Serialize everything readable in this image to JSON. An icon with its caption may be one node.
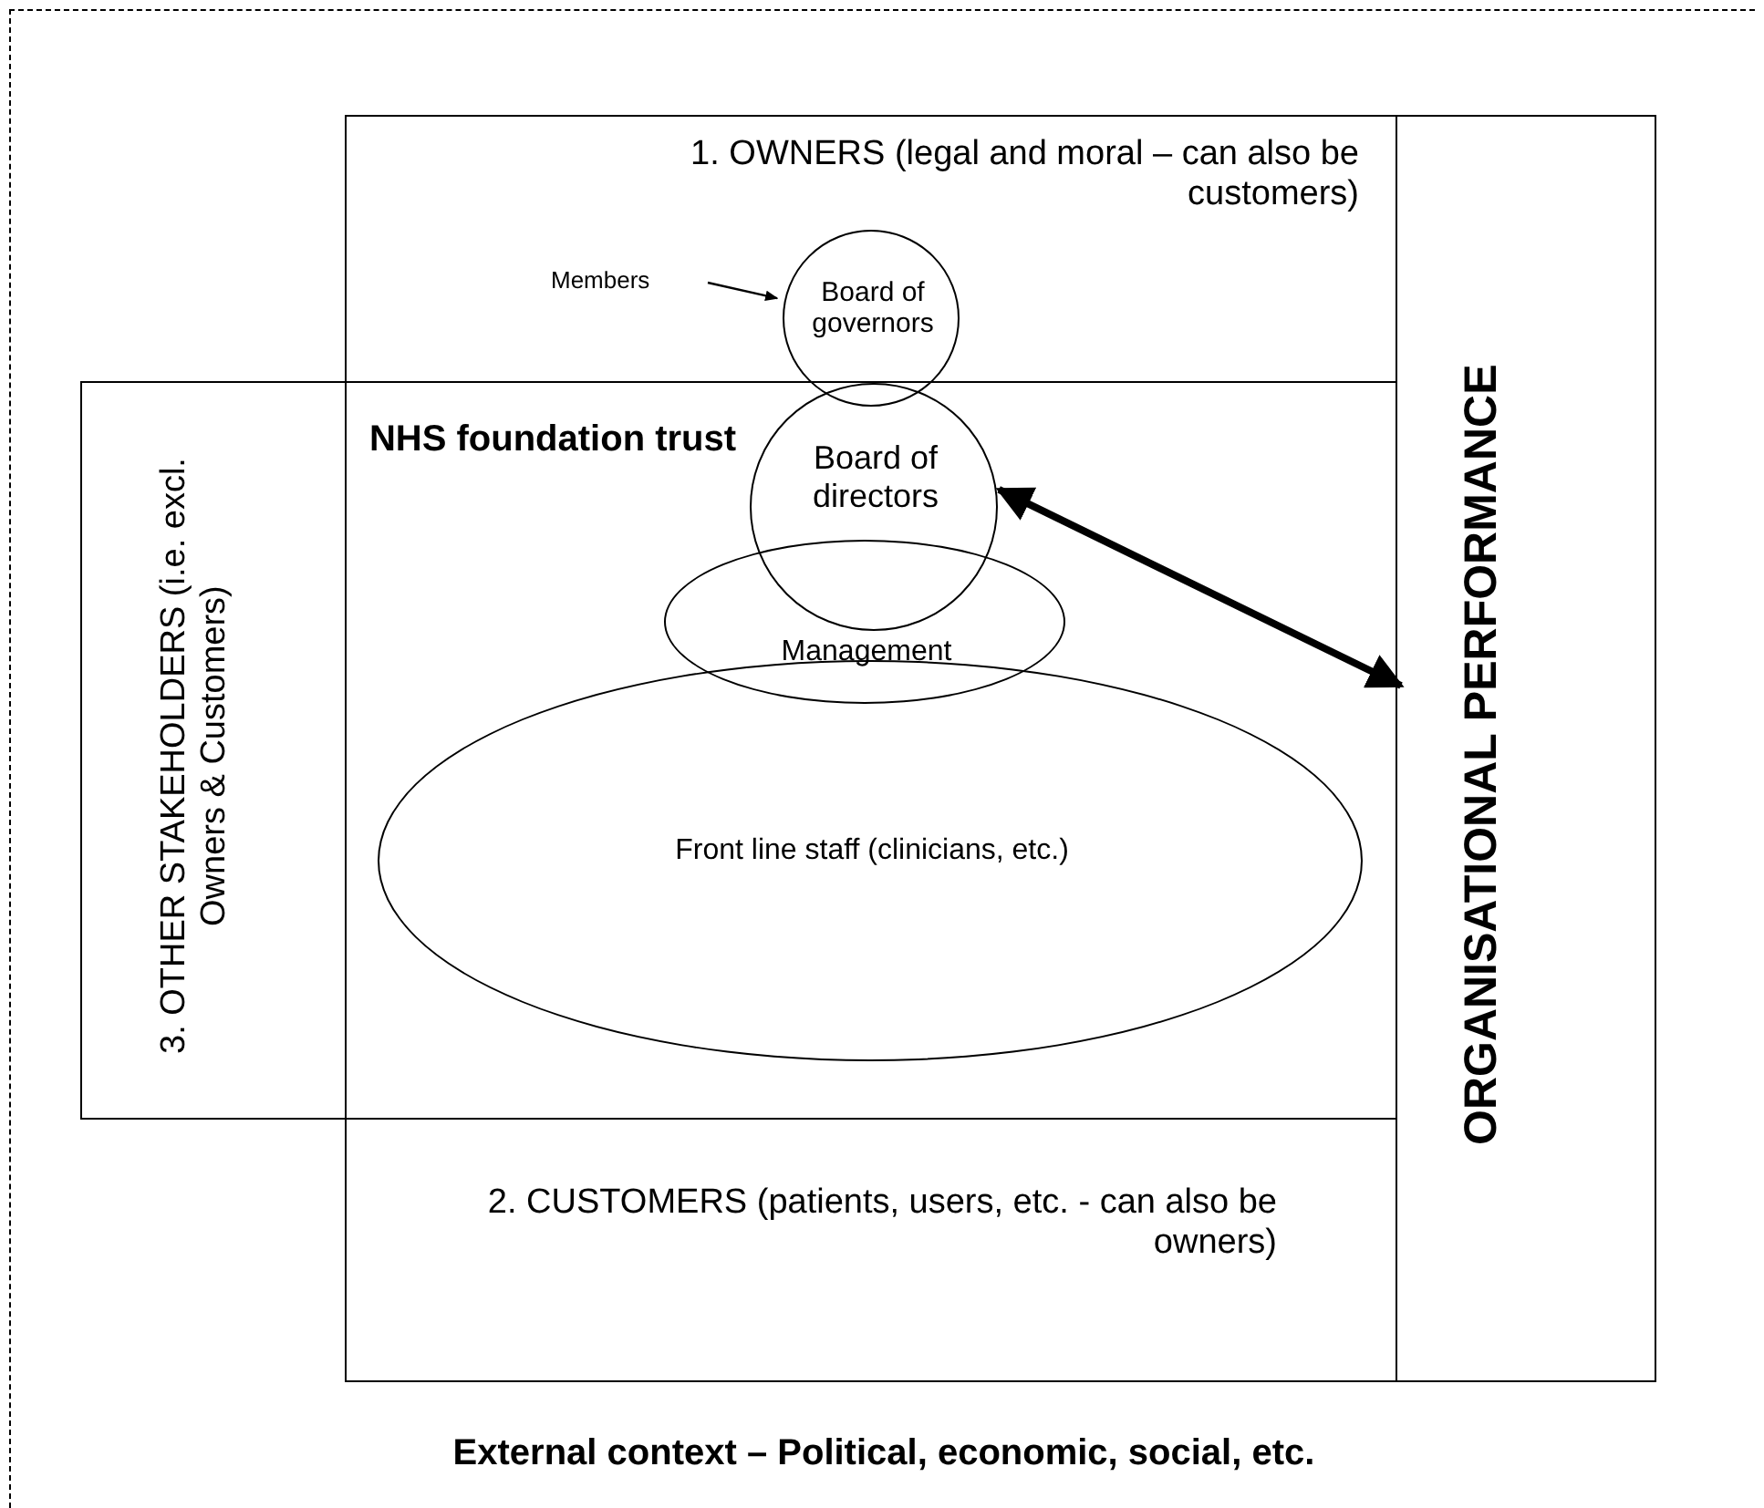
{
  "diagram": {
    "nodes": [
      {
        "text": [
          "External context – Political, economic, social, etc."
        ]
      },
      {
        "text": [
          "1. OWNERS (legal and moral – can also be customers)"
        ],
        "in": 0
      },
      {
        "text": [
          "NHS foundation trust"
        ],
        "in": 0
      },
      {
        "text": [
          "3. OTHER STAKEHOLDERS (i.e. excl. Owners & Customers)"
        ],
        "in": 0
      },
      {
        "text": [
          "2. CUSTOMERS (patients, users, etc. - can also be owners)"
        ],
        "in": 0
      },
      {
        "text": [
          "ORGANISATIONAL PERFORMANCE"
        ],
        "in": 0
      },
      {
        "text": [
          "Members"
        ],
        "in": 1
      },
      {
        "text": [
          "Board of governors"
        ],
        "in": 0
      },
      {
        "text": [
          "Board of directors"
        ],
        "in": 2
      },
      {
        "text": [
          "Management"
        ],
        "in": 2
      },
      {
        "text": [
          "Front line staff (clinicians, etc.)"
        ],
        "in": 2
      }
    ],
    "edges": [
      {
        "from": 6,
        "to": 7,
        "arrow": "to"
      },
      {
        "from": 8,
        "to": 5,
        "arrow": "both",
        "style": "thick"
      }
    ]
  }
}
